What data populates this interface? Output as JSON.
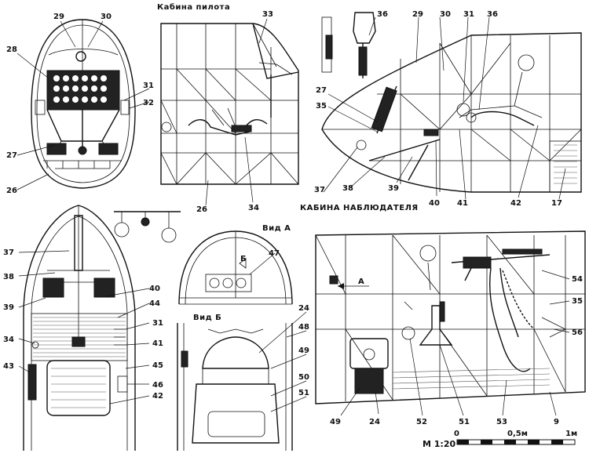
{
  "titles": {
    "pilot_cabin": "Кабина пилота",
    "observer_cabin": "КАБИНА НАБЛЮДАТЕЛЯ",
    "view_a": "Вид А",
    "view_b": "Вид Б",
    "arrow_a": "А",
    "arrow_b": "Б"
  },
  "scale": {
    "label": "М 1:20",
    "tick_0": "0",
    "tick_half": "0,5м",
    "tick_1": "1м"
  },
  "callouts": {
    "front": {
      "n29": "29",
      "n30": "30",
      "n28": "28",
      "n31": "31",
      "n32": "32",
      "n27": "27",
      "n26": "26"
    },
    "pilot_side": {
      "n33": "33",
      "n26": "26",
      "n34": "34"
    },
    "observer_side": {
      "n36a": "36",
      "n29": "29",
      "n30": "30",
      "n31": "31",
      "n36b": "36",
      "n27": "27",
      "n35": "35",
      "n37": "37",
      "n38": "38",
      "n39": "39",
      "n40": "40",
      "n41": "41",
      "n42": "42",
      "n17": "17"
    },
    "plan": {
      "n37": "37",
      "n38": "38",
      "n39": "39",
      "n34": "34",
      "n43": "43",
      "n40": "40",
      "n44": "44",
      "n31": "31",
      "n41": "41",
      "n45": "45",
      "n46": "46",
      "n42": "42"
    },
    "views": {
      "n47": "47",
      "n24": "24",
      "n48": "48",
      "n49": "49",
      "n50": "50",
      "n51": "51"
    },
    "gunner": {
      "n54": "54",
      "n35": "35",
      "n56": "56",
      "n49": "49",
      "n24": "24",
      "n52": "52",
      "n51": "51",
      "n53": "53",
      "n9": "9"
    }
  }
}
